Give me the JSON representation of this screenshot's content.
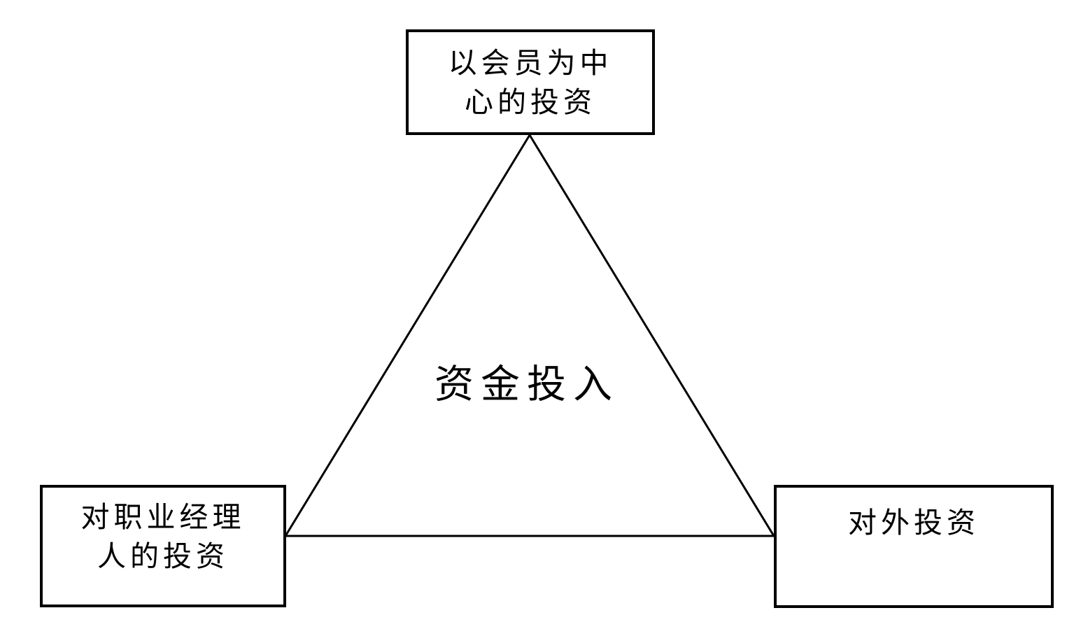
{
  "diagram": {
    "center_label": "资金投入",
    "nodes": {
      "top": {
        "line1": "以会员为中",
        "line2": "心的投资"
      },
      "bottom_left": {
        "line1": "对职业经理",
        "line2": "人的投资"
      },
      "bottom_right": {
        "line1": "对外投资"
      }
    },
    "colors": {
      "line": "#000000",
      "text": "#000000",
      "background": "#ffffff"
    }
  }
}
